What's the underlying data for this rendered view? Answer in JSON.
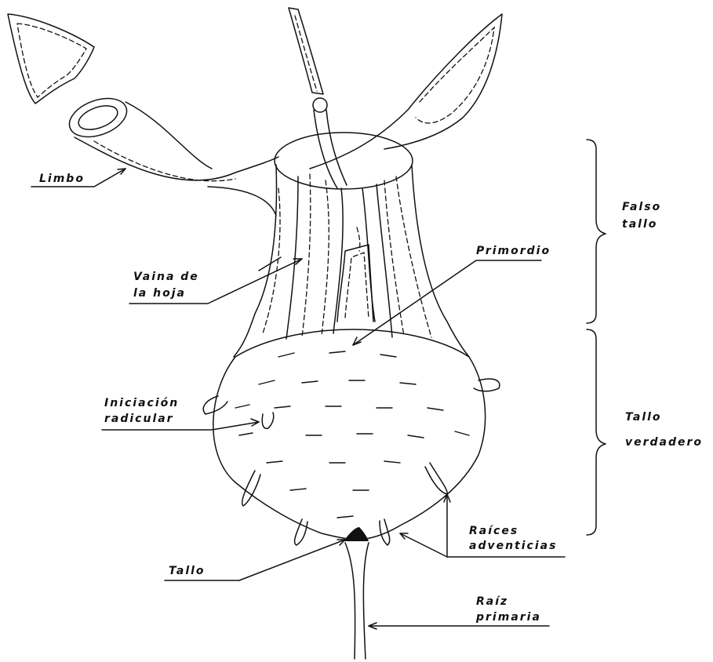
{
  "labels": {
    "limbo": "Limbo",
    "vaina_1": "Vaina de",
    "vaina_2": "la hoja",
    "iniciacion_1": "Iniciación",
    "iniciacion_2": "radicular",
    "tallo": "Tallo",
    "primordio": "Primordio",
    "raices_1": "Raíces",
    "raices_2": "adventicias",
    "raiz_1": "Raíz",
    "raiz_2": "primaria",
    "falso_1": "Falso",
    "falso_2": "tallo",
    "verdadero_1": "Tallo",
    "verdadero_2": "verdadero"
  }
}
